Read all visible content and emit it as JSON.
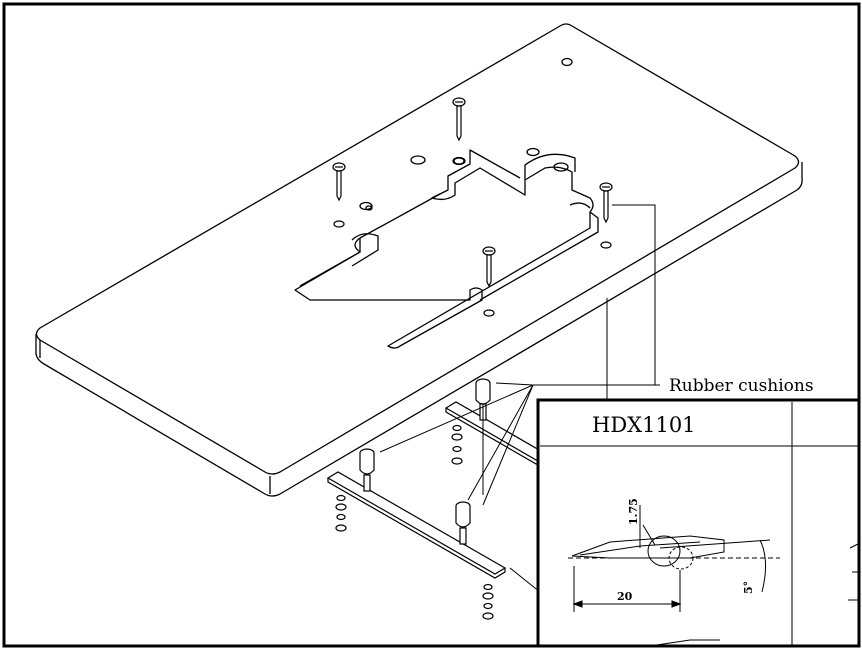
{
  "callout": {
    "rubber_cushions": "Rubber cushions"
  },
  "inset": {
    "model": "HDX1101",
    "dim_thickness": "1.75",
    "dim_length": "20",
    "dim_angle": "5°"
  }
}
